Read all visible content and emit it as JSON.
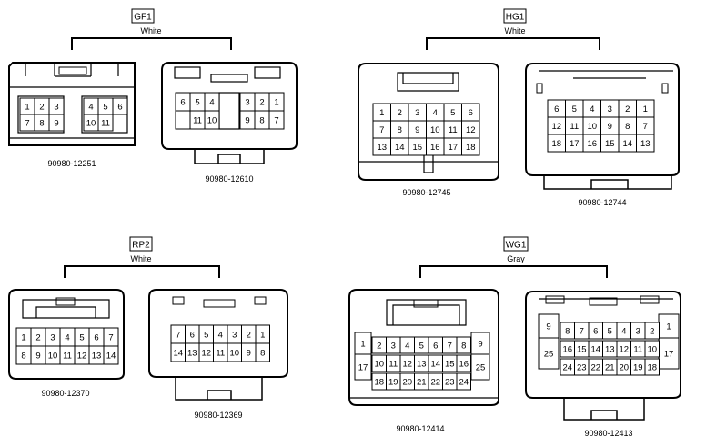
{
  "groups": [
    {
      "id": "GF1",
      "color": "White",
      "left_part": "90980-12251",
      "right_part": "90980-12610"
    },
    {
      "id": "HG1",
      "color": "White",
      "left_part": "90980-12745",
      "right_part": "90980-12744"
    },
    {
      "id": "RP2",
      "color": "White",
      "left_part": "90980-12370",
      "right_part": "90980-12369"
    },
    {
      "id": "WG1",
      "color": "Gray",
      "left_part": "90980-12414",
      "right_part": "90980-12413"
    }
  ],
  "pins": {
    "gf1_left_a": [
      [
        "1",
        "2",
        "3"
      ],
      [
        "7",
        "8",
        "9"
      ]
    ],
    "gf1_left_b": [
      [
        "4",
        "5",
        "6"
      ],
      [
        "10",
        "11"
      ]
    ],
    "gf1_right_l": [
      [
        "6",
        "5",
        "4"
      ],
      [
        "",
        "11",
        "10"
      ]
    ],
    "gf1_right_r": [
      [
        "3",
        "2",
        "1"
      ],
      [
        "9",
        "8",
        "7"
      ]
    ],
    "hg1_left": [
      [
        "1",
        "2",
        "3",
        "4",
        "5",
        "6"
      ],
      [
        "7",
        "8",
        "9",
        "10",
        "11",
        "12"
      ],
      [
        "13",
        "14",
        "15",
        "16",
        "17",
        "18"
      ]
    ],
    "hg1_right": [
      [
        "6",
        "5",
        "4",
        "3",
        "2",
        "1"
      ],
      [
        "12",
        "11",
        "10",
        "9",
        "8",
        "7"
      ],
      [
        "18",
        "17",
        "16",
        "15",
        "14",
        "13"
      ]
    ],
    "rp2_left": [
      [
        "1",
        "2",
        "3",
        "4",
        "5",
        "6",
        "7"
      ],
      [
        "8",
        "9",
        "10",
        "11",
        "12",
        "13",
        "14"
      ]
    ],
    "rp2_right": [
      [
        "7",
        "6",
        "5",
        "4",
        "3",
        "2",
        "1"
      ],
      [
        "14",
        "13",
        "12",
        "11",
        "10",
        "9",
        "8"
      ]
    ],
    "wg1_left_row1": [
      "2",
      "3",
      "4",
      "5",
      "6",
      "7",
      "8"
    ],
    "wg1_left_row2": [
      "10",
      "11",
      "12",
      "13",
      "14",
      "15",
      "16"
    ],
    "wg1_left_row3": [
      "18",
      "19",
      "20",
      "21",
      "22",
      "23",
      "24"
    ],
    "wg1_left_side": [
      "1",
      "17",
      "9",
      "25"
    ],
    "wg1_right_row1": [
      "8",
      "7",
      "6",
      "5",
      "4",
      "3",
      "2"
    ],
    "wg1_right_row2": [
      "16",
      "15",
      "14",
      "13",
      "12",
      "11",
      "10"
    ],
    "wg1_right_row3": [
      "24",
      "23",
      "22",
      "21",
      "20",
      "19",
      "18"
    ],
    "wg1_right_side": [
      "9",
      "25",
      "1",
      "17"
    ]
  }
}
